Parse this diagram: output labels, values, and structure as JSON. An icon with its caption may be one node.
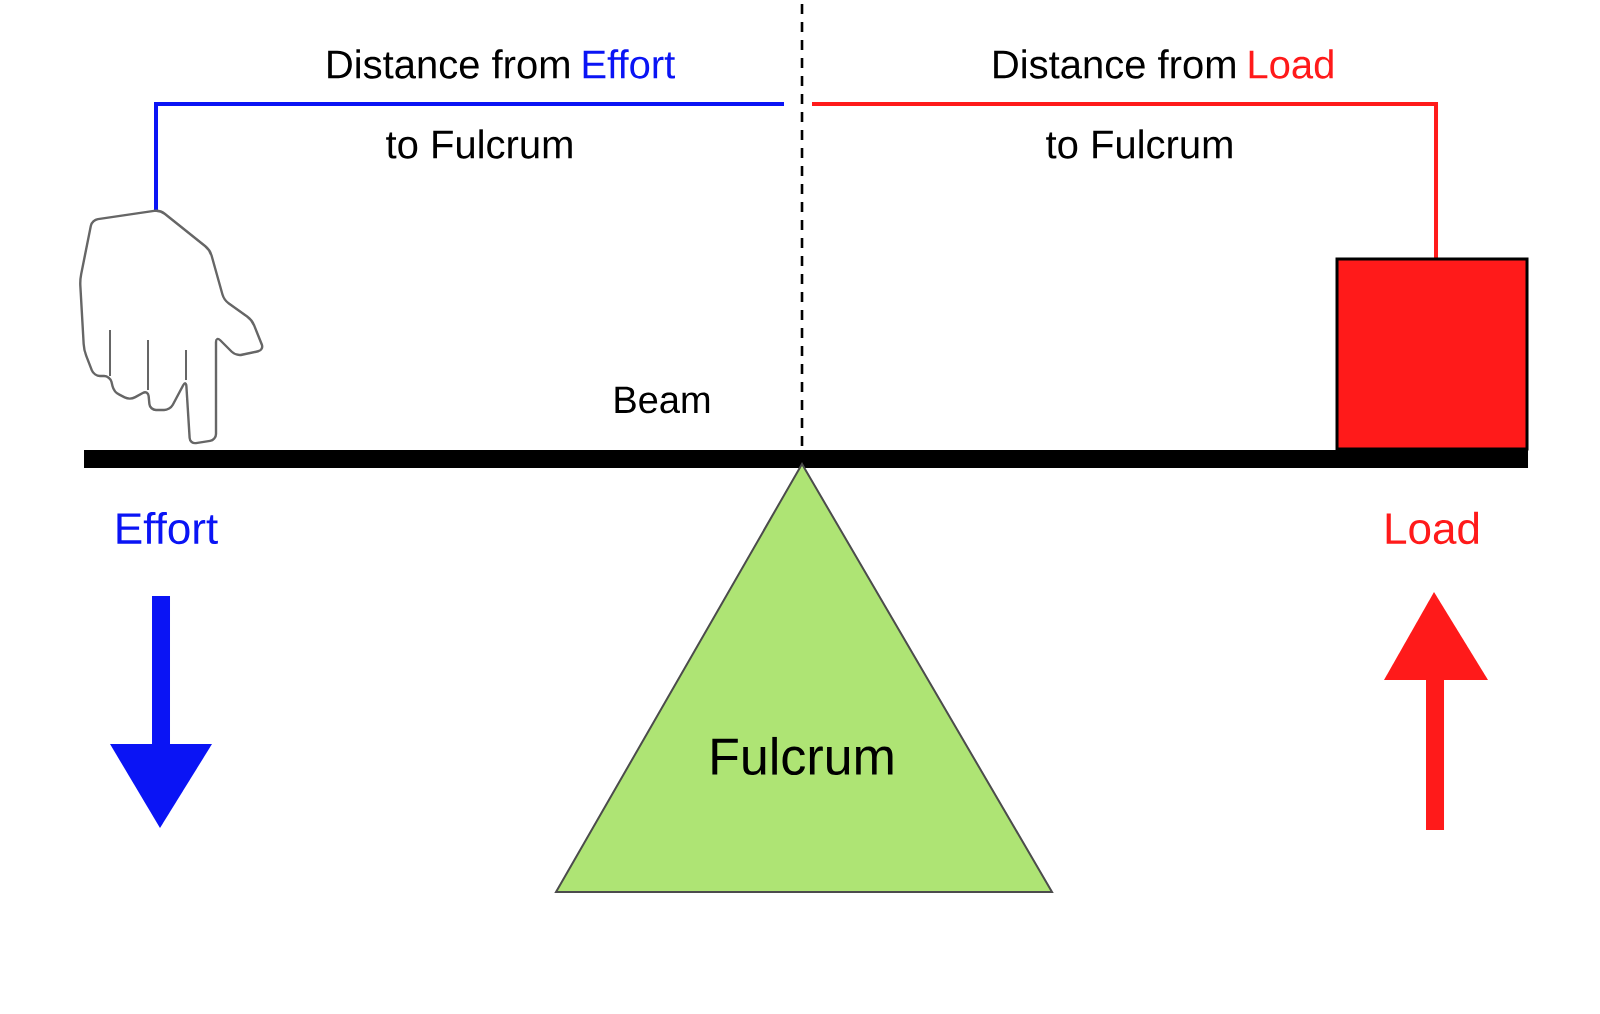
{
  "diagram": {
    "nodes": [
      {
        "text": [],
        "shape": "picture"
      },
      {
        "text": [],
        "shape": "box"
      },
      {
        "text": [
          "Fulcrum"
        ]
      }
    ],
    "labels": [
      "Distance from",
      "Effort",
      "to Fulcrum",
      "Distance from",
      "Load",
      "to Fulcrum",
      "Beam",
      "Effort",
      "Load"
    ]
  }
}
